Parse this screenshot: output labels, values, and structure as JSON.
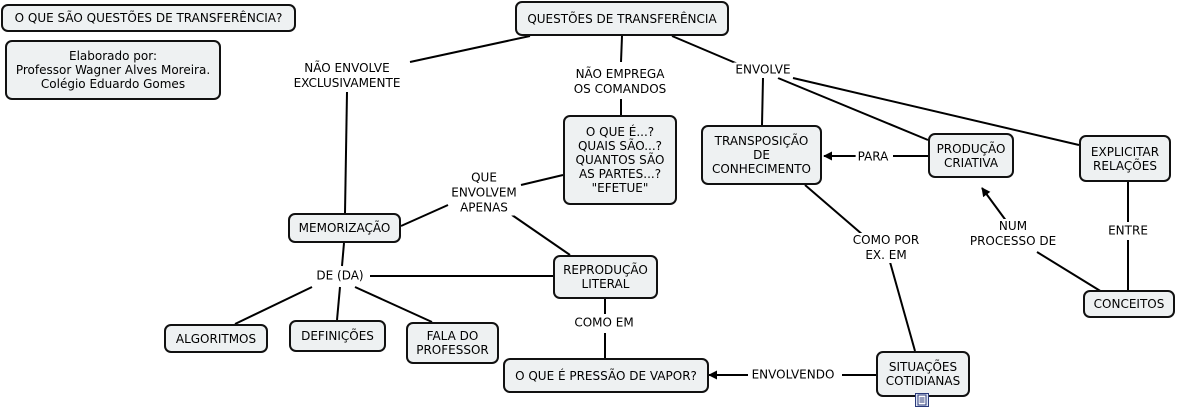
{
  "concept_map": {
    "nodes": {
      "question": "O QUE SÃO QUESTÕES DE TRANSFERÊNCIA?",
      "credits": "Elaborado por:\nProfessor Wagner Alves Moreira.\nColégio Eduardo Gomes",
      "questoes": "QUESTÕES DE TRANSFERÊNCIA",
      "o_que_e": "O QUE É...?\nQUAIS SÃO...?\nQUANTOS SÃO\nAS PARTES...?\n\"EFETUE\"",
      "transposicao": "TRANSPOSIÇÃO\nDE\nCONHECIMENTO",
      "producao": "PRODUÇÃO\nCRIATIVA",
      "explicitar": "EXPLICITAR\nRELAÇÕES",
      "memorizacao": "MEMORIZAÇÃO",
      "reproducao": "REPRODUÇÃO\nLITERAL",
      "conceitos": "CONCEITOS",
      "algoritmos": "ALGORITMOS",
      "definicoes": "DEFINIÇÕES",
      "fala": "FALA DO\nPROFESSOR",
      "pressao": "O QUE É PRESSÃO DE VAPOR?",
      "situacoes": "SITUAÇÕES\nCOTIDIANAS"
    },
    "links": {
      "nao_envolve": "NÃO ENVOLVE\nEXCLUSIVAMENTE",
      "nao_emprega": "NÃO EMPREGA\nOS COMANDOS",
      "envolve": "ENVOLVE",
      "que_envolvem": "QUE\nENVOLVEM\nAPENAS",
      "para": "PARA",
      "como_por_ex": "COMO POR\nEX. EM",
      "num_processo": "NUM\nPROCESSO DE",
      "entre": "ENTRE",
      "de_da": "DE (DA)",
      "como_em": "COMO EM",
      "envolvendo": "ENVOLVENDO"
    },
    "colors": {
      "node_fill": "#eef1f2",
      "border": "#111111",
      "line": "#000000"
    },
    "icons": [
      "document-icon"
    ]
  }
}
